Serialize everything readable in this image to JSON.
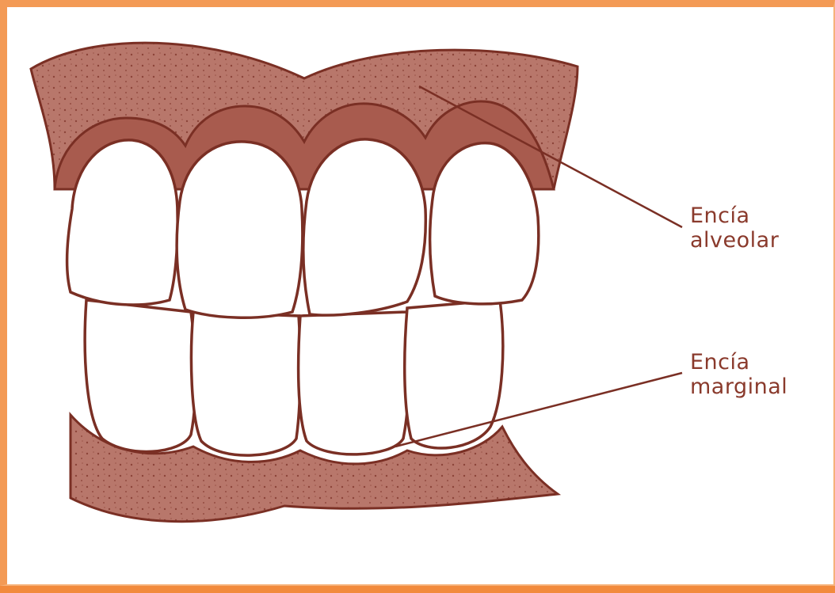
{
  "colors": {
    "gum": "#ad6457",
    "gum_light": "#c28a80",
    "outline": "#7a2f24",
    "label_text": "#8a3a2c",
    "frame": "#f39a55",
    "tooth": "#ffffff"
  },
  "labels": {
    "alveolar": {
      "line1": "Encía",
      "line2": "alveolar"
    },
    "marginal": {
      "line1": "Encía",
      "line2": "marginal"
    }
  }
}
